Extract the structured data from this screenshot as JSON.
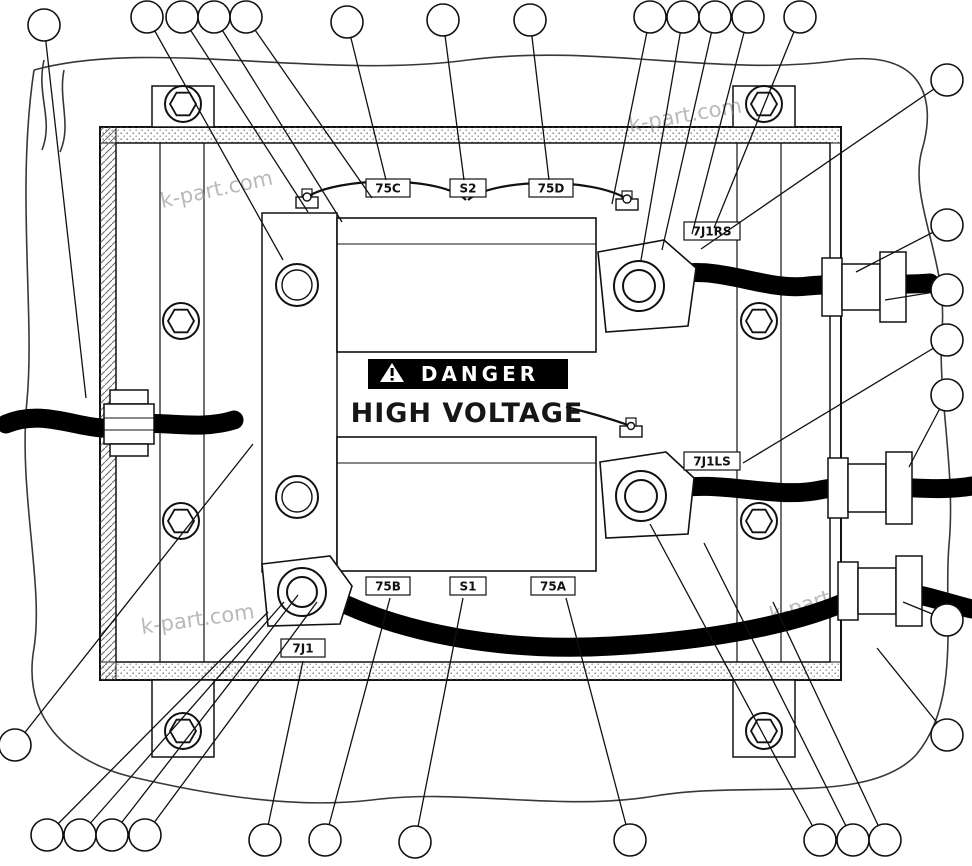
{
  "diagram": {
    "watermark": "k-part.com",
    "danger": {
      "word": "DANGER",
      "voltage": "HIGH VOLTAGE"
    },
    "labels": {
      "c75": "75C",
      "s2": "S2",
      "d75": "75D",
      "j1rs": "7J1RS",
      "j1ls": "7J1LS",
      "b75": "75B",
      "s1": "S1",
      "a75": "75A",
      "j1": "7J1"
    }
  }
}
